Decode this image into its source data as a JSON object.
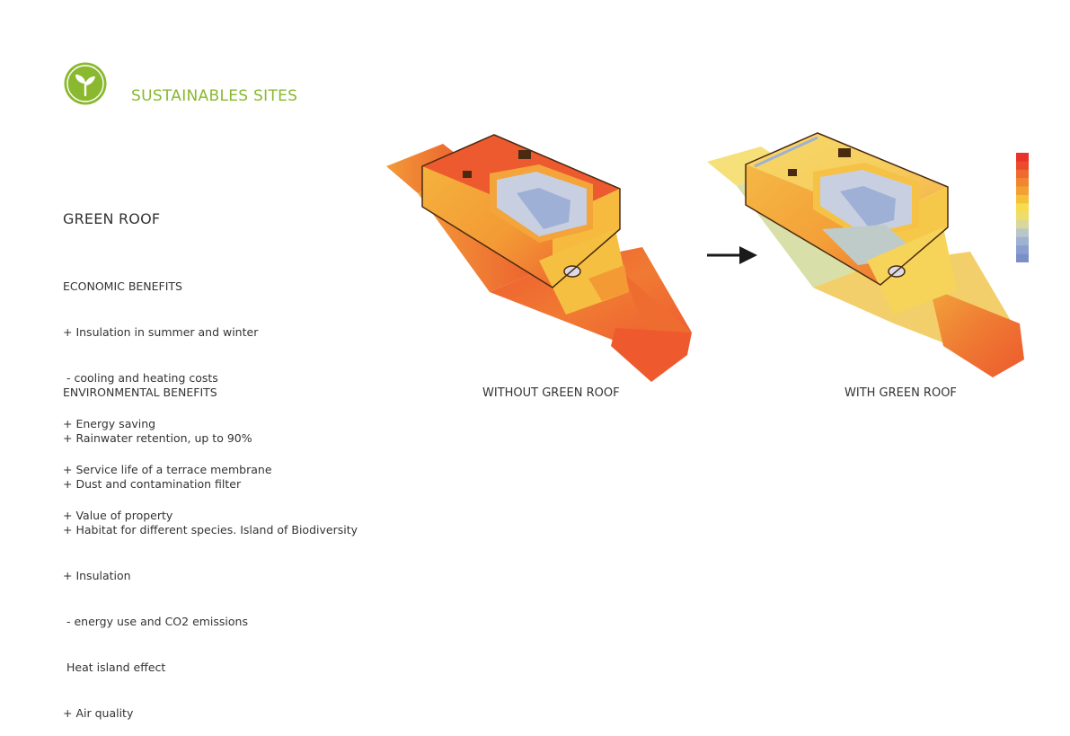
{
  "header": {
    "logo_icon": "sprout-leaf-icon",
    "title": "SUSTAINABLES SITES",
    "accent_color": "#8ab82e"
  },
  "content": {
    "heading": "GREEN ROOF",
    "economic": {
      "title": "ECONOMIC BENEFITS",
      "items": [
        "+ Insulation in summer and winter",
        " - cooling and heating costs",
        "+ Energy saving",
        "+ Service life of a terrace membrane",
        "+ Value of property"
      ]
    },
    "environmental": {
      "title": "ENVIRONMENTAL BENEFITS",
      "items": [
        "+ Rainwater retention, up to 90%",
        "+ Dust and contamination filter",
        "+ Habitat for different species. Island of Biodiversity",
        "+ Insulation",
        " - energy use and CO2 emissions",
        " Heat island effect",
        "+ Air quality"
      ]
    }
  },
  "diagrams": {
    "left_caption": "WITHOUT GREEN ROOF",
    "right_caption": "WITH GREEN ROOF",
    "arrow_icon": "right-arrow-icon",
    "scale_colors": [
      "#e8322a",
      "#ec4a2a",
      "#ef6a2e",
      "#f1862f",
      "#f3a033",
      "#f5c03a",
      "#f7dc50",
      "#eedd6a",
      "#d8d79c",
      "#b8c6c8",
      "#9fb2d4",
      "#8a9fcf",
      "#7a8ec8"
    ]
  }
}
